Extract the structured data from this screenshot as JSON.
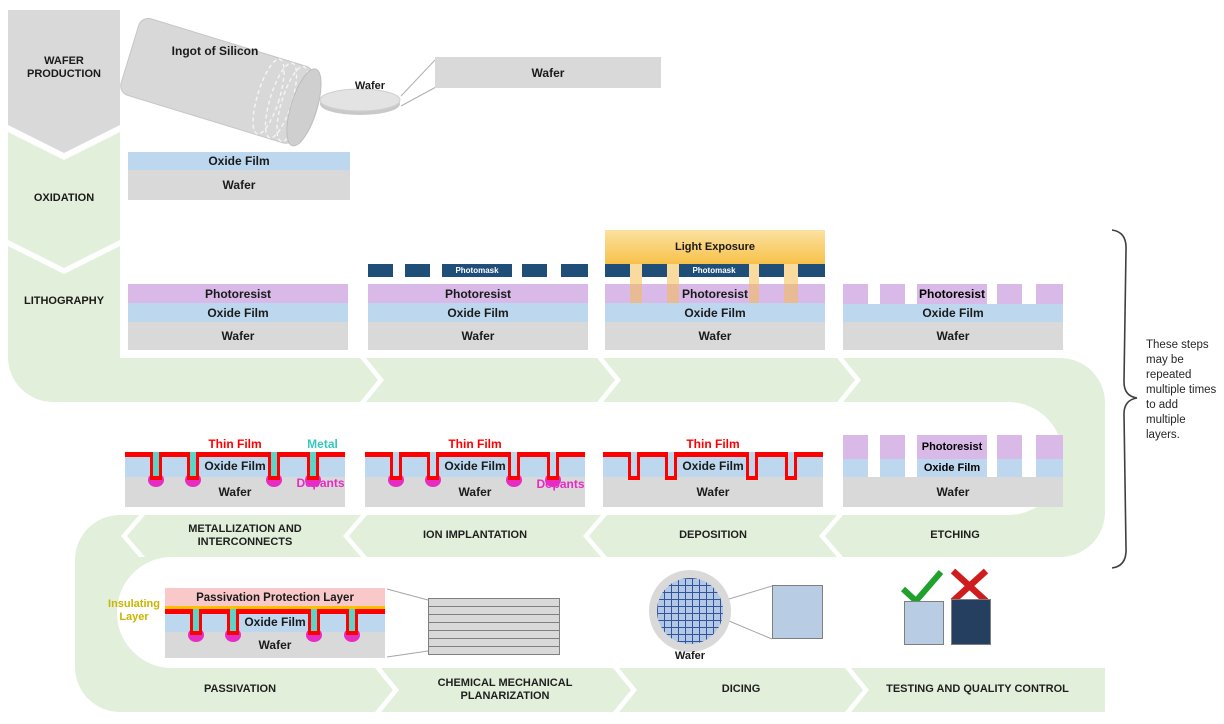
{
  "side_steps": {
    "wafer_production": "WAFER PRODUCTION",
    "oxidation": "OXIDATION",
    "lithography": "LITHOGRAPHY"
  },
  "labels": {
    "ingot": "Ingot of Silicon",
    "wafer": "Wafer",
    "oxide_film": "Oxide Film",
    "photoresist": "Photoresist",
    "photomask": "Photomask",
    "light_exposure": "Light Exposure",
    "thin_film": "Thin Film",
    "metal": "Metal",
    "dopants": "Dopants",
    "passivation_layer": "Passivation Protection Layer",
    "insulating_layer": "Insulating Layer"
  },
  "flow_row2": {
    "metallization": "METALLIZATION AND INTERCONNECTS",
    "ion_implantation": "ION IMPLANTATION",
    "deposition": "DEPOSITION",
    "etching": "ETCHING"
  },
  "flow_row3": {
    "passivation": "PASSIVATION",
    "cmp": "CHEMICAL MECHANICAL PLANARIZATION",
    "dicing": "DICING",
    "testing": "TESTING AND QUALITY CONTROL"
  },
  "note": {
    "text": "These steps may be repeated multiple times to add multiple layers."
  },
  "colors": {
    "band_green": "#e2efda",
    "wafer_gray": "#d9d9d9",
    "oxide_blue": "#bdd7ee",
    "photoresist_purple": "#d9b9e8",
    "photomask_navy": "#1f4e79",
    "thin_film_red": "#ff0000",
    "metal_cyan": "#5ed3c8",
    "dopant_magenta": "#e52cc3",
    "passivation_pink": "#f9c9c9",
    "insulating_yellow": "#c9b500",
    "light_exposure_gold": "#f7c24a",
    "die_blue": "#b8cce4",
    "bad_die_navy": "#243f60",
    "check_green": "#1fa12c",
    "cross_red": "#cf1d1d"
  }
}
